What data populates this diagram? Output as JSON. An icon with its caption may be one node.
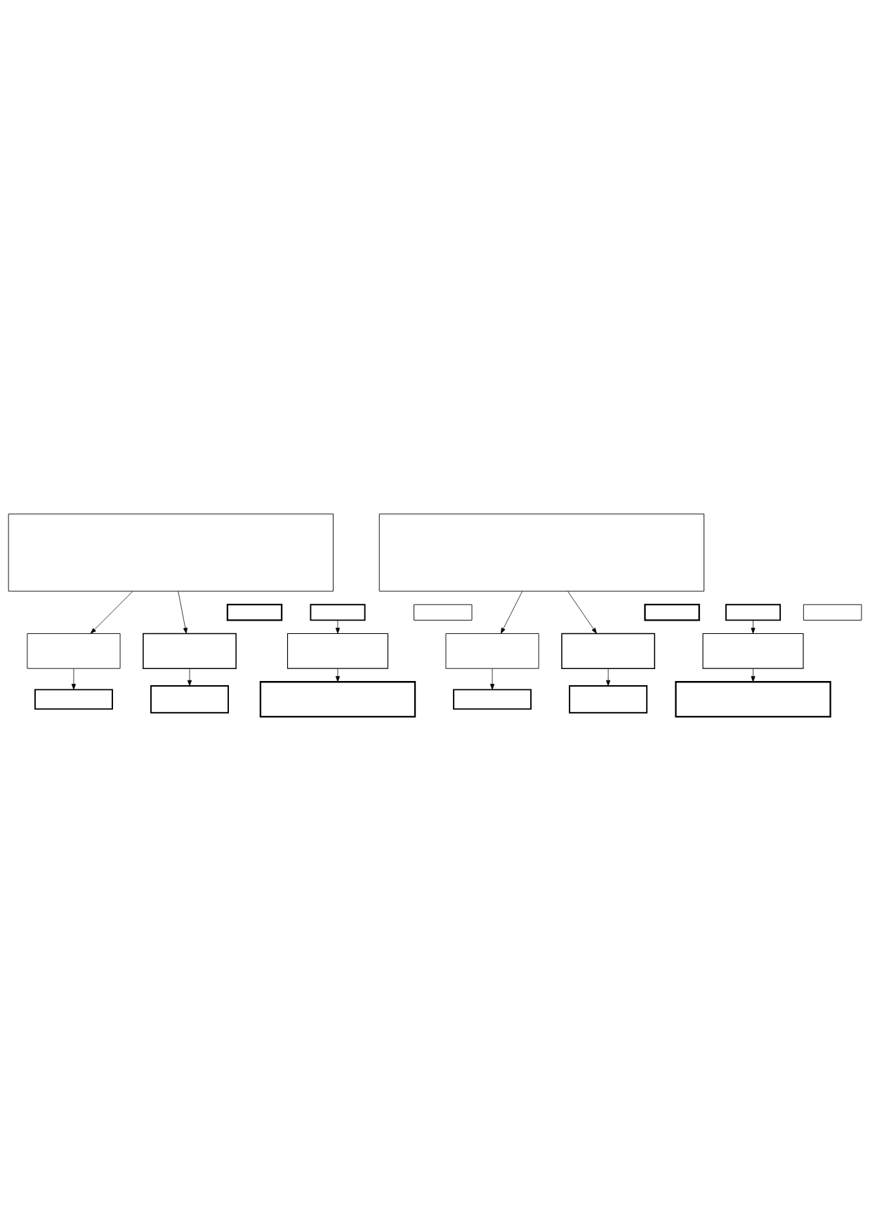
{
  "diagram": {
    "nodes": [
      {
        "text": [],
        "shape": "box"
      },
      {
        "text": [],
        "shape": "box"
      },
      {
        "text": [],
        "shape": "box"
      },
      {
        "text": [],
        "shape": "box"
      },
      {
        "text": [],
        "shape": "box"
      },
      {
        "text": [],
        "shape": "box"
      },
      {
        "text": [],
        "shape": "box"
      },
      {
        "text": [],
        "shape": "box"
      },
      {
        "text": [],
        "shape": "box"
      },
      {
        "text": [],
        "shape": "box"
      },
      {
        "text": [],
        "shape": "box"
      },
      {
        "text": [],
        "shape": "box"
      },
      {
        "text": [],
        "shape": "box"
      },
      {
        "text": [],
        "shape": "box"
      },
      {
        "text": [],
        "shape": "box"
      },
      {
        "text": [],
        "shape": "box"
      },
      {
        "text": [],
        "shape": "box"
      },
      {
        "text": [],
        "shape": "box"
      },
      {
        "text": [],
        "shape": "box"
      },
      {
        "text": [],
        "shape": "box"
      }
    ],
    "edges": [
      {
        "from": 0,
        "to": 4,
        "arrow": "to"
      },
      {
        "from": 2,
        "to": 5,
        "arrow": "to"
      },
      {
        "from": 0,
        "to": 6,
        "arrow": "to"
      },
      {
        "from": 4,
        "to": 7,
        "arrow": "to"
      },
      {
        "from": 5,
        "to": 8,
        "arrow": "to"
      },
      {
        "from": 6,
        "to": 9,
        "arrow": "to"
      },
      {
        "from": 10,
        "to": 14,
        "arrow": "to"
      },
      {
        "from": 12,
        "to": 15,
        "arrow": "to"
      },
      {
        "from": 10,
        "to": 16,
        "arrow": "to"
      },
      {
        "from": 14,
        "to": 17,
        "arrow": "to"
      },
      {
        "from": 15,
        "to": 18,
        "arrow": "to"
      },
      {
        "from": 16,
        "to": 19,
        "arrow": "to"
      }
    ]
  }
}
